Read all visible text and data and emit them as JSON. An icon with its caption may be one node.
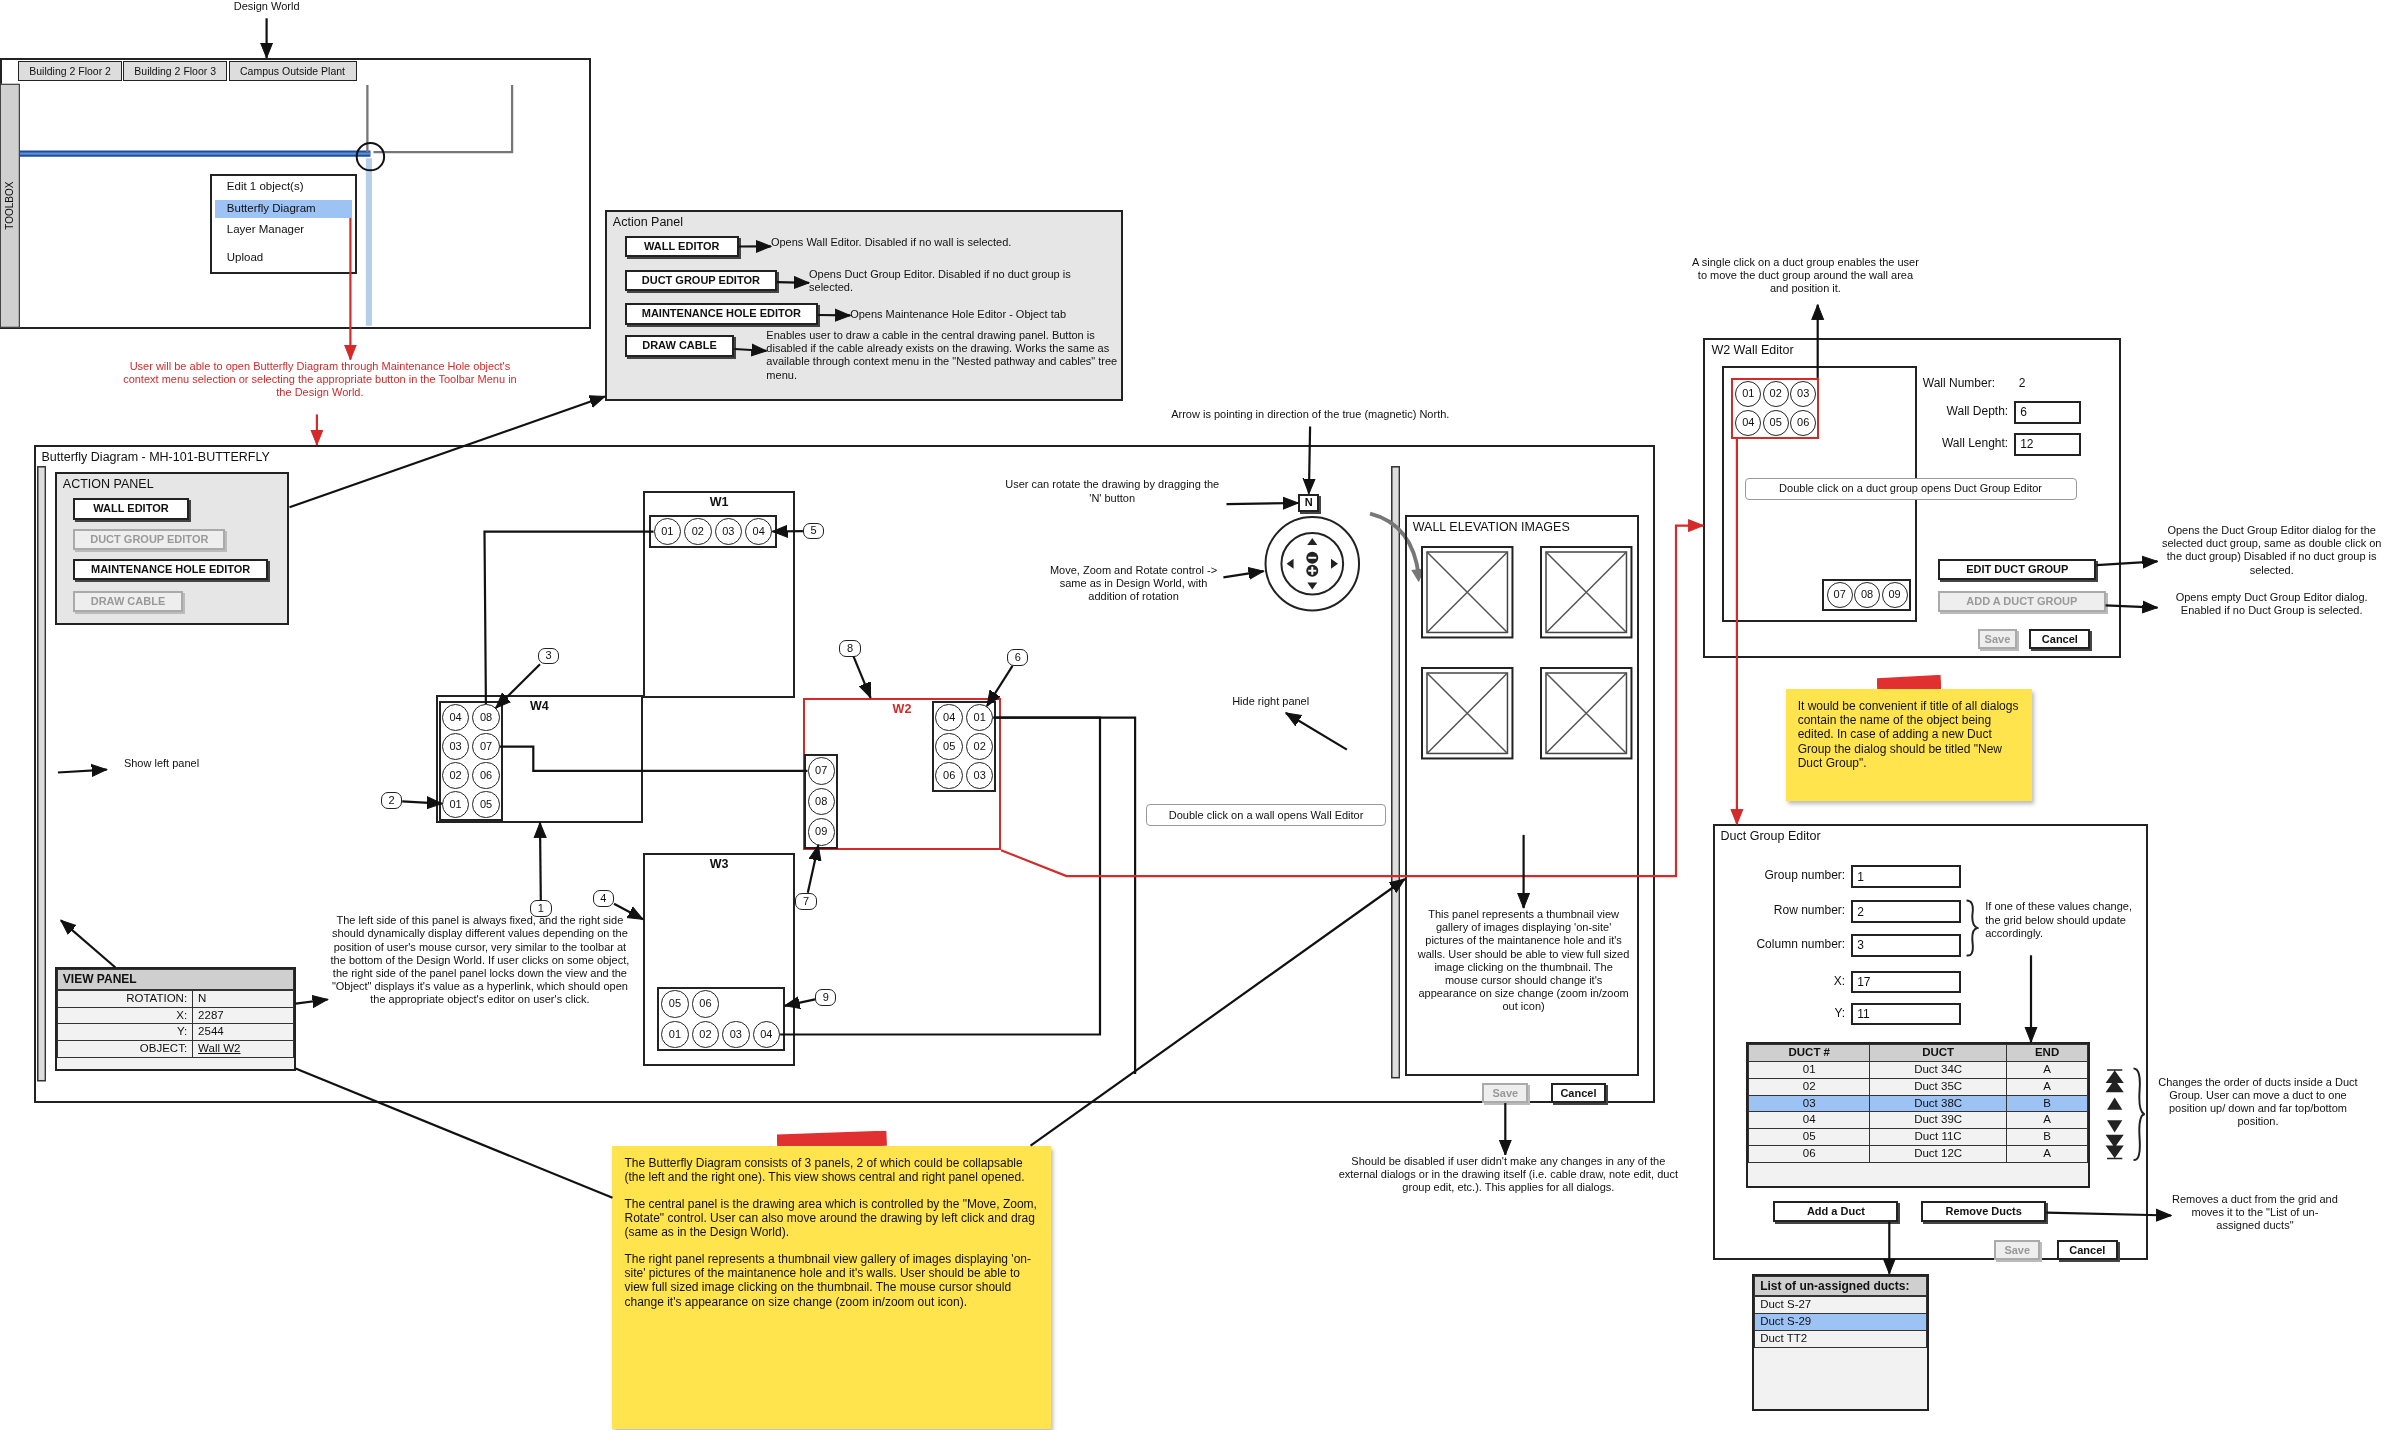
{
  "diagram": {
    "nodes": [
      {
        "text": [
          "Design World"
        ]
      },
      {
        "text": [],
        "shape": "box"
      },
      {
        "text": [
          "Building 2 Floor 2"
        ],
        "in": 1
      },
      {
        "text": [
          "Building 2 Floor 3"
        ],
        "in": 1
      },
      {
        "text": [
          "Campus Outside Plant"
        ],
        "in": 1
      },
      {
        "text": [
          "TOOLBOX"
        ],
        "in": 1
      },
      {
        "text": [],
        "shape": "box",
        "in": 1
      },
      {
        "text": [
          "Edit 1 object(s)"
        ],
        "in": 6
      },
      {
        "text": [
          "Butterfly Diagram"
        ],
        "in": 6
      },
      {
        "text": [
          "Layer Manager"
        ],
        "in": 6
      },
      {
        "text": [
          "Upload"
        ],
        "in": 6
      },
      {
        "text": [
          "User will be able to open Butterfly Diagram through Maintenance Hole object's context menu selection or selecting the appropriate button in the Toolbar Menu in the Design World."
        ]
      },
      {
        "text": [
          "Action Panel"
        ]
      },
      {
        "text": [
          "WALL EDITOR"
        ],
        "in": 12
      },
      {
        "text": [
          "DUCT GROUP EDITOR"
        ],
        "in": 12
      },
      {
        "text": [
          "MAINTENANCE HOLE EDITOR"
        ],
        "in": 12
      },
      {
        "text": [
          "DRAW CABLE"
        ],
        "in": 12
      },
      {
        "text": [
          "Opens Wall Editor. Disabled if no wall is selected."
        ],
        "in": 12
      },
      {
        "text": [
          "Opens Duct Group Editor. Disabled if no duct group is selected."
        ],
        "in": 12
      },
      {
        "text": [
          "Opens Maintenance Hole Editor - Object tab"
        ],
        "in": 12
      },
      {
        "text": [
          "Enables user to draw a cable in the central drawing panel. Button is disabled if the cable already exists on the drawing. Works the same as available through context menu in the \"Nested pathway and cables\" tree menu."
        ],
        "in": 12
      },
      {
        "text": [
          "Butterfly Diagram - MH-101-BUTTERFLY"
        ]
      },
      {
        "text": [
          "ACTION PANEL"
        ],
        "in": 21
      },
      {
        "text": [
          "WALL EDITOR"
        ],
        "in": 22
      },
      {
        "text": [
          "DUCT GROUP EDITOR"
        ],
        "in": 22
      },
      {
        "text": [
          "MAINTENANCE HOLE EDITOR"
        ],
        "in": 22
      },
      {
        "text": [
          "DRAW CABLE"
        ],
        "in": 22
      },
      {
        "text": [
          "Show left panel"
        ],
        "in": 21
      },
      {
        "text": [
          "VIEW PANEL",
          "ROTATION:",
          "N",
          "X:",
          "2287",
          "Y:",
          "2544",
          "OBJECT:",
          "Wall W2"
        ],
        "in": 21
      },
      {
        "text": [
          "The left side of this panel is always fixed, and the right side should dynamically display different values depending on the position of user's mouse cursor, very similar to the toolbar at the bottom of the Design World. If user clicks on some object, the right side of the panel panel locks down the view and the \"Object\" displays it's value as a hyperlink, which should open the appropriate object's editor on user's click."
        ],
        "in": 21
      },
      {
        "text": [
          "W1"
        ],
        "in": 21
      },
      {
        "text": [],
        "shape": "box",
        "in": 30
      },
      {
        "text": [
          "01"
        ],
        "in": 31
      },
      {
        "text": [
          "02"
        ],
        "in": 31
      },
      {
        "text": [
          "03"
        ],
        "in": 31
      },
      {
        "text": [
          "04"
        ],
        "in": 31
      },
      {
        "text": [
          "W4"
        ],
        "in": 21
      },
      {
        "text": [],
        "shape": "box",
        "in": 36
      },
      {
        "text": [
          "04"
        ],
        "in": 37
      },
      {
        "text": [
          "08"
        ],
        "in": 37
      },
      {
        "text": [
          "03"
        ],
        "in": 37
      },
      {
        "text": [
          "07"
        ],
        "in": 37
      },
      {
        "text": [
          "02"
        ],
        "in": 37
      },
      {
        "text": [
          "06"
        ],
        "in": 37
      },
      {
        "text": [
          "01"
        ],
        "in": 37
      },
      {
        "text": [
          "05"
        ],
        "in": 37
      },
      {
        "text": [
          "W2"
        ],
        "in": 21
      },
      {
        "text": [],
        "shape": "box",
        "in": 46
      },
      {
        "text": [
          "04"
        ],
        "in": 47
      },
      {
        "text": [
          "01"
        ],
        "in": 47
      },
      {
        "text": [
          "05"
        ],
        "in": 47
      },
      {
        "text": [
          "02"
        ],
        "in": 47
      },
      {
        "text": [
          "06"
        ],
        "in": 47
      },
      {
        "text": [
          "03"
        ],
        "in": 47
      },
      {
        "text": [],
        "shape": "box",
        "in": 46
      },
      {
        "text": [
          "07"
        ],
        "in": 54
      },
      {
        "text": [
          "08"
        ],
        "in": 54
      },
      {
        "text": [
          "09"
        ],
        "in": 54
      },
      {
        "text": [
          "W3"
        ],
        "in": 21
      },
      {
        "text": [],
        "shape": "box",
        "in": 58
      },
      {
        "text": [
          "05"
        ],
        "in": 59
      },
      {
        "text": [
          "06"
        ],
        "in": 59
      },
      {
        "text": [
          "01"
        ],
        "in": 59
      },
      {
        "text": [
          "02"
        ],
        "in": 59
      },
      {
        "text": [
          "03"
        ],
        "in": 59
      },
      {
        "text": [
          "04"
        ],
        "in": 59
      },
      {
        "text": [
          "1"
        ],
        "in": 21
      },
      {
        "text": [
          "2"
        ],
        "in": 21
      },
      {
        "text": [
          "3"
        ],
        "in": 21
      },
      {
        "text": [
          "4"
        ],
        "in": 21
      },
      {
        "text": [
          "5"
        ],
        "in": 21
      },
      {
        "text": [
          "6"
        ],
        "in": 21
      },
      {
        "text": [
          "7"
        ],
        "in": 21
      },
      {
        "text": [
          "8"
        ],
        "in": 21
      },
      {
        "text": [
          "9"
        ],
        "in": 21
      },
      {
        "text": [
          "Double click on a wall opens Wall Editor"
        ],
        "in": 21
      },
      {
        "text": [
          "N"
        ],
        "in": 21
      },
      {
        "text": [],
        "shape": "circle",
        "in": 21
      },
      {
        "text": [
          "Arrow is pointing in direction of the true (magnetic) North."
        ]
      },
      {
        "text": [
          "User can rotate the drawing by dragging the 'N' button"
        ],
        "in": 21
      },
      {
        "text": [
          "Move, Zoom and Rotate control -> same as in Design World, with addition of rotation"
        ],
        "in": 21
      },
      {
        "text": [
          "WALL ELEVATION IMAGES"
        ],
        "in": 21
      },
      {
        "text": [],
        "shape": "picture",
        "in": 81
      },
      {
        "text": [],
        "shape": "picture",
        "in": 81
      },
      {
        "text": [],
        "shape": "picture",
        "in": 81
      },
      {
        "text": [],
        "shape": "picture",
        "in": 81
      },
      {
        "text": [
          "This panel represents a thumbnail view gallery of images displaying 'on-site' pictures of the maintanence hole and it's walls. User should be able to view full sized image clicking on the thumbnail. The mouse cursor should change it's appearance on size change (zoom in/zoom out icon)"
        ],
        "in": 81
      },
      {
        "text": [
          "Hide right panel"
        ],
        "in": 21
      },
      {
        "text": [
          "Save"
        ],
        "in": 21
      },
      {
        "text": [
          "Cancel"
        ],
        "in": 21
      },
      {
        "text": [
          "Should be disabled if user didn't make any changes in any of the external dialogs or in the drawing itself (i.e. cable draw, note edit, duct group edit, etc.). This applies for all dialogs."
        ]
      },
      {
        "text": [
          "The Butterfly Diagram consists of 3 panels, 2 of which could be collapsable (the left and the right one). This view shows central and right panel opened.",
          "The central panel is the drawing area which is controlled by the \"Move, Zoom, Rotate\" control. User can also move around the drawing by left click and drag (same as in the Design World).",
          "The right panel represents a thumbnail view gallery of images displaying 'on-site' pictures of the maintanence hole and it's walls. User should be able to view full sized image clicking on the thumbnail. The mouse cursor should change it's appearance on size change (zoom in/zoom out icon)."
        ]
      },
      {
        "text": [
          "W2 Wall Editor"
        ]
      },
      {
        "text": [],
        "shape": "box",
        "in": 92
      },
      {
        "text": [],
        "shape": "box",
        "in": 93
      },
      {
        "text": [
          "01"
        ],
        "in": 94
      },
      {
        "text": [
          "02"
        ],
        "in": 94
      },
      {
        "text": [
          "03"
        ],
        "in": 94
      },
      {
        "text": [
          "04"
        ],
        "in": 94
      },
      {
        "text": [
          "05"
        ],
        "in": 94
      },
      {
        "text": [
          "06"
        ],
        "in": 94
      },
      {
        "text": [],
        "shape": "box",
        "in": 93
      },
      {
        "text": [
          "07"
        ],
        "in": 101
      },
      {
        "text": [
          "08"
        ],
        "in": 101
      },
      {
        "text": [
          "09"
        ],
        "in": 101
      },
      {
        "text": [
          "Double click on a duct group opens Duct Group Editor"
        ],
        "in": 92
      },
      {
        "text": [
          "6"
        ],
        "beside": [
          "Wall Depth:"
        ],
        "in": 92
      },
      {
        "text": [
          "12"
        ],
        "beside": [
          "Wall Lenght:"
        ],
        "in": 92
      },
      {
        "text": [
          "EDIT DUCT GROUP"
        ],
        "in": 92
      },
      {
        "text": [
          "ADD A DUCT GROUP"
        ],
        "in": 92
      },
      {
        "text": [
          "Save"
        ],
        "in": 92
      },
      {
        "text": [
          "Cancel"
        ],
        "in": 92
      },
      {
        "text": [
          "A single click on a duct group enables the user to move the duct group around the wall area and position it."
        ]
      },
      {
        "text": [
          "Opens the Duct Group Editor dialog for the selected duct group, same as double click on the duct group) Disabled if no duct group is selected."
        ]
      },
      {
        "text": [
          "Opens empty Duct Group Editor dialog. Enabled if no Duct Group is selected."
        ]
      },
      {
        "text": [
          "It would be convenient if title of all dialogs contain the name of the object being edited. In case of adding a new Duct Group the dialog should be titled \"New Duct Group\"."
        ]
      },
      {
        "text": [
          "Duct Group Editor"
        ]
      },
      {
        "text": [
          "1"
        ],
        "beside": [
          "Group number:"
        ],
        "in": 116
      },
      {
        "text": [
          "2"
        ],
        "beside": [
          "Row number:"
        ],
        "in": 116
      },
      {
        "text": [
          "3"
        ],
        "beside": [
          "Column number:"
        ],
        "in": 116
      },
      {
        "text": [
          "17"
        ],
        "beside": [
          "X:"
        ],
        "in": 116
      },
      {
        "text": [
          "11"
        ],
        "beside": [
          "Y:"
        ],
        "in": 116
      },
      {
        "text": [
          "If one of these values change, the grid below should update accordingly."
        ],
        "in": 116
      },
      {
        "text": [
          "DUCT #",
          "DUCT",
          "END",
          "01",
          "Duct 34C",
          "A",
          "02",
          "Duct 35C",
          "A",
          "03",
          "Duct 38C",
          "B",
          "04",
          "Duct 39C",
          "A",
          "05",
          "Duct 11C",
          "B",
          "06",
          "Duct 12C",
          "A"
        ],
        "in": 116
      },
      {
        "text": [
          "Add a Duct"
        ],
        "in": 116
      },
      {
        "text": [
          "Remove Ducts"
        ],
        "in": 116
      },
      {
        "text": [
          "Save"
        ],
        "in": 116
      },
      {
        "text": [
          "Cancel"
        ],
        "in": 116
      },
      {
        "text": [
          "Changes the order of ducts inside a Duct Group. User can move a duct to one position up/ down and far top/bottom position."
        ]
      },
      {
        "text": [
          "Removes a duct from the grid and moves it to the \"List of un-assigned ducts\""
        ]
      },
      {
        "text": [
          "List of un-assigned ducts:",
          "Duct S-27",
          "Duct S-29",
          "Duct TT2"
        ]
      }
    ],
    "edges": [
      {
        "from": 0,
        "to": 1,
        "arrow": "to"
      },
      {
        "from": 8,
        "to": 11,
        "arrow": "to",
        "color": "#d42a2a"
      },
      {
        "from": 11,
        "to": 21,
        "arrow": "to",
        "color": "#d42a2a"
      },
      {
        "from": 13,
        "to": 17,
        "arrow": "to"
      },
      {
        "from": 14,
        "to": 18,
        "arrow": "to"
      },
      {
        "from": 15,
        "to": 19,
        "arrow": "to"
      },
      {
        "from": 16,
        "to": 20,
        "arrow": "to"
      },
      {
        "from": 22,
        "to": 12,
        "arrow": "to"
      },
      {
        "from": null,
        "to": 27,
        "arrow": "to"
      },
      {
        "from": 28,
        "to": null,
        "arrow": "to"
      },
      {
        "from": 28,
        "to": 29,
        "arrow": "to"
      },
      {
        "from": 91,
        "to": 28,
        "arrow": "none"
      },
      {
        "from": 91,
        "to": 81,
        "arrow": "to"
      },
      {
        "from": 32,
        "to": 39,
        "arrow": "none"
      },
      {
        "from": 41,
        "to": 55,
        "arrow": "none"
      },
      {
        "from": 49,
        "to": 65,
        "arrow": "none"
      },
      {
        "from": 49,
        "to": null,
        "arrow": "none"
      },
      {
        "from": 66,
        "to": 36,
        "arrow": "to"
      },
      {
        "from": 67,
        "to": 44,
        "arrow": "to"
      },
      {
        "from": 68,
        "to": 39,
        "arrow": "to"
      },
      {
        "from": 69,
        "to": 58,
        "arrow": "to"
      },
      {
        "from": 70,
        "to": 35,
        "arrow": "to"
      },
      {
        "from": 71,
        "to": 49,
        "arrow": "to"
      },
      {
        "from": 72,
        "to": 57,
        "arrow": "to"
      },
      {
        "from": 73,
        "to": 46,
        "arrow": "to"
      },
      {
        "from": 74,
        "to": 59,
        "arrow": "to"
      },
      {
        "from": 46,
        "to": 92,
        "arrow": "to",
        "color": "#d42a2a"
      },
      {
        "from": 78,
        "to": 76,
        "arrow": "to"
      },
      {
        "from": 79,
        "to": 76,
        "arrow": "to"
      },
      {
        "from": 80,
        "to": 77,
        "arrow": "to"
      },
      {
        "from": null,
        "to": 86,
        "arrow": "to"
      },
      {
        "from": null,
        "to": 87,
        "arrow": "to"
      },
      {
        "from": 88,
        "to": 90,
        "arrow": "to"
      },
      {
        "from": 94,
        "to": 112,
        "arrow": "to"
      },
      {
        "from": 108,
        "to": 113,
        "arrow": "to"
      },
      {
        "from": 109,
        "to": 114,
        "arrow": "to"
      },
      {
        "from": 94,
        "to": 116,
        "arrow": "to",
        "color": "#d42a2a"
      },
      {
        "from": 122,
        "to": 123,
        "arrow": "to"
      },
      {
        "from": 125,
        "to": 129,
        "arrow": "to"
      },
      {
        "from": 124,
        "to": 130,
        "arrow": "to"
      }
    ],
    "labels": [
      "Wall Number:",
      "2"
    ]
  }
}
